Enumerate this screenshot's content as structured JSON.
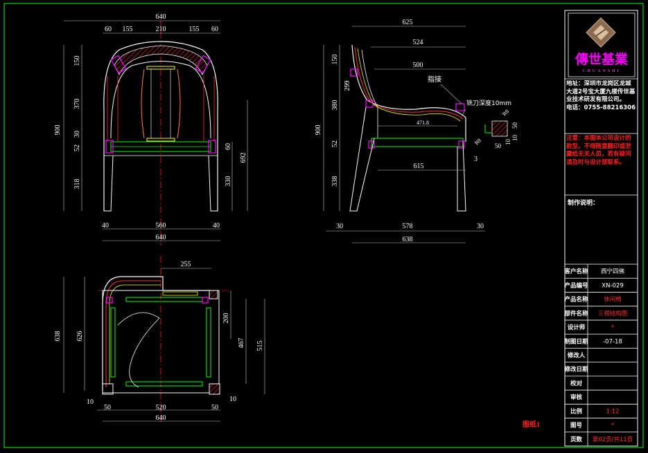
{
  "colors": {
    "background": "#000000",
    "border": "#00ff00",
    "outline": "#ffffff",
    "dimension": "#c8c8c8",
    "centerline": "#ff2020",
    "part_yellow": "#ffff00",
    "part_green": "#00ff00",
    "part_magenta": "#ff00ff",
    "text_red": "#ff2020",
    "logo_magenta": "#ff00ff"
  },
  "front_view": {
    "top_dims": [
      "640",
      "60",
      "155",
      "210",
      "155",
      "60"
    ],
    "left_dims": [
      "900",
      "150",
      "370",
      "30",
      "52",
      "318"
    ],
    "right_dims": [
      "60",
      "692",
      "330"
    ],
    "bottom_dims": [
      "40",
      "560",
      "40",
      "640"
    ]
  },
  "side_view": {
    "top_dims": [
      "625",
      "524",
      "500"
    ],
    "left_dims": [
      "150",
      "299",
      "380",
      "900",
      "52",
      "338"
    ],
    "inner_dims": [
      "471.8",
      "615"
    ],
    "right_dims": [
      "3"
    ],
    "bottom_dims": [
      "30",
      "578",
      "30",
      "638"
    ],
    "detail_dims": [
      "R8",
      "R8",
      "50",
      "10",
      "50",
      "10"
    ],
    "label_finger": "指接",
    "label_cutter": "铣刀深度10mm"
  },
  "top_view": {
    "top_dims": [
      "255"
    ],
    "left_dims": [
      "638",
      "626"
    ],
    "right_dims": [
      "200",
      "467",
      "515"
    ],
    "bottom_dims": [
      "10",
      "50",
      "520",
      "50",
      "640",
      "10"
    ]
  },
  "title_block": {
    "logo_text": "傳世基業",
    "logo_sub": "CHUANSHI",
    "address_text": "地址：深圳市龙岗区龙城大道2号宝大厦九楼传世基业技术研发有限公司。",
    "phone_text": "电话：0755-88216306",
    "warning_text": "注意：本图本公司设计的款型，不得随意翻印或泄露给无关人员，若有疑问请及时与设计部联系。",
    "production_note_label": "制作说明：",
    "rows": [
      {
        "label": "客户名称",
        "value": "西宁四佛",
        "value_color": "white"
      },
      {
        "label": "产品编号",
        "value": "XN-029",
        "value_color": "white"
      },
      {
        "label": "产品名称",
        "value": "休闲椅",
        "value_color": "red"
      },
      {
        "label": "部件名称",
        "value": "三视结构图",
        "value_color": "red"
      },
      {
        "label": "设计师",
        "value": "*",
        "value_color": "red"
      },
      {
        "label": "制图日期",
        "value": "-07-18",
        "value_color": "white"
      },
      {
        "label": "修改人",
        "value": "",
        "value_color": "white"
      },
      {
        "label": "修改日期",
        "value": "",
        "value_color": "white"
      },
      {
        "label": "校对",
        "value": "",
        "value_color": "white"
      },
      {
        "label": "审核",
        "value": "",
        "value_color": "white"
      },
      {
        "label": "比例",
        "value": "1:12",
        "value_color": "red"
      },
      {
        "label": "图号",
        "value": "*",
        "value_color": "red"
      },
      {
        "label": "页数",
        "value": "第02页/共11页",
        "value_color": "red"
      }
    ]
  },
  "note_red": "图纸1"
}
